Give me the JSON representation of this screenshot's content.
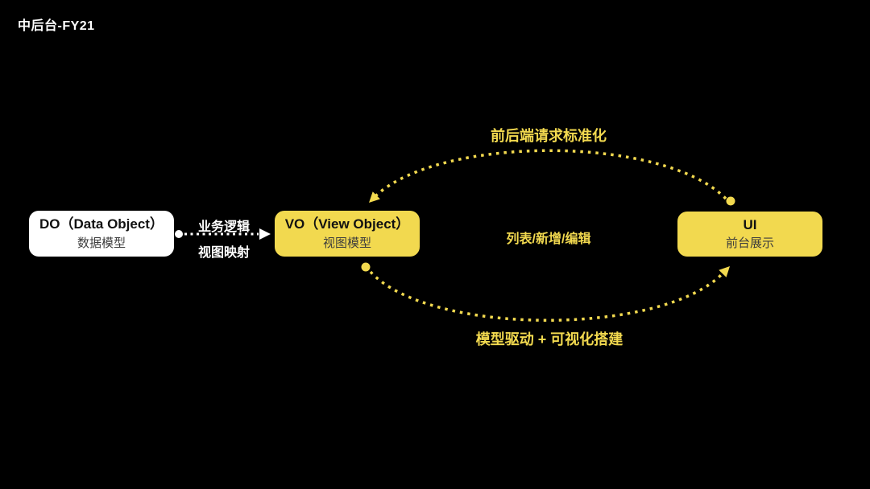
{
  "title": "中后台-FY21",
  "colors": {
    "background": "#000000",
    "accent_yellow": "#F2D94F",
    "box_white": "#FFFFFF",
    "node_text_dark": "#111111",
    "label_text_white": "#FFFFFF"
  },
  "nodes": {
    "do_box": {
      "title": "DO（Data Object）",
      "subtitle": "数据模型"
    },
    "vo_box": {
      "title": "VO（View Object）",
      "subtitle": "视图模型"
    },
    "ui_box": {
      "title": "UI",
      "subtitle": "前台展示"
    }
  },
  "edges": {
    "do_to_vo": {
      "label_top": "业务逻辑",
      "label_bottom": "视图映射"
    },
    "ui_to_vo_top_curve": {
      "label": "前后端请求标准化"
    },
    "vo_to_ui_bottom_curve": {
      "label": "模型驱动 + 可视化搭建"
    },
    "middle": {
      "label": "列表/新增/编辑"
    }
  }
}
